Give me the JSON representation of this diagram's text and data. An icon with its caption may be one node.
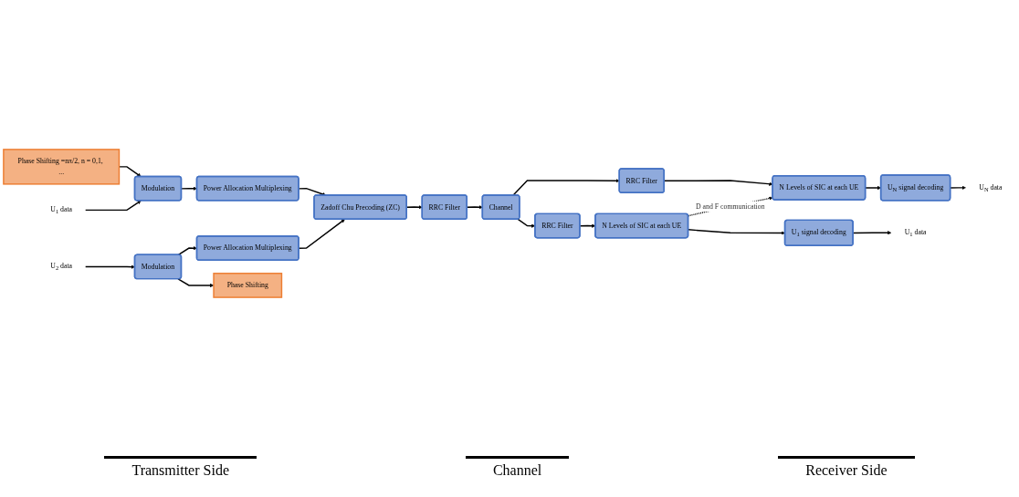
{
  "diagram": {
    "nodes": [
      {
        "text": [
          "Phase Shifting =nπ/2, n = 0,1, ..."
        ]
      },
      {
        "text": [
          "Modulation"
        ]
      },
      {
        "text": [
          "Power Allocation Multiplexing"
        ]
      },
      {
        "text": [
          "Zadoff Chu Precoding (ZC)"
        ]
      },
      {
        "text": [
          "RRC Filter"
        ]
      },
      {
        "text": [
          "Channel"
        ]
      },
      {
        "text": [
          "RRC Filter"
        ]
      },
      {
        "text": [
          "N Levels of SIC at each UE"
        ]
      },
      {
        "text": [
          "U$_{1}$ signal decoding"
        ]
      },
      {
        "text": [
          "Modulation"
        ]
      },
      {
        "text": [
          "Power Allocation Multiplexing"
        ]
      },
      {
        "text": [
          "Phase Shifting"
        ]
      },
      {
        "text": [
          "RRC Filter"
        ]
      },
      {
        "text": [
          "N Levels of SIC at each UE"
        ]
      },
      {
        "text": [
          "U$_{N}$ signal decoding"
        ]
      },
      {
        "text": [
          "U$_{1}$ data"
        ]
      },
      {
        "text": [
          "U$_{2}$ data"
        ]
      },
      {
        "text": [
          "U$_{1}$ data"
        ]
      },
      {
        "text": [
          "U$_{N}$ data"
        ]
      }
    ],
    "edges": [
      {
        "from": 0,
        "to": 1,
        "arrow": "to"
      },
      {
        "from": 15,
        "to": 1,
        "arrow": "to"
      },
      {
        "from": 1,
        "to": 2,
        "arrow": "to"
      },
      {
        "from": 2,
        "to": 3,
        "arrow": "to"
      },
      {
        "from": 16,
        "to": 9,
        "arrow": "to"
      },
      {
        "from": 9,
        "to": 10,
        "arrow": "to"
      },
      {
        "from": 10,
        "to": 3,
        "arrow": "to"
      },
      {
        "from": 9,
        "to": 11,
        "arrow": "to"
      },
      {
        "from": 3,
        "to": 4,
        "arrow": "to"
      },
      {
        "from": 4,
        "to": 5,
        "arrow": "to"
      },
      {
        "from": 5,
        "to": 6,
        "arrow": "to"
      },
      {
        "from": 5,
        "to": 12,
        "arrow": "to"
      },
      {
        "from": 6,
        "to": 7,
        "arrow": "to"
      },
      {
        "from": 7,
        "to": 8,
        "arrow": "to"
      },
      {
        "from": 8,
        "to": 17,
        "arrow": "to"
      },
      {
        "from": 12,
        "to": 13,
        "arrow": "to"
      },
      {
        "from": 13,
        "to": 14,
        "arrow": "to"
      },
      {
        "from": 14,
        "to": 18,
        "arrow": "to"
      },
      {
        "from": 7,
        "to": 13,
        "arrow": "to",
        "style": "dashed",
        "label": "D and F communication"
      }
    ],
    "labels": [
      "Transmitter Side",
      "Channel",
      "Receiver Side"
    ]
  }
}
